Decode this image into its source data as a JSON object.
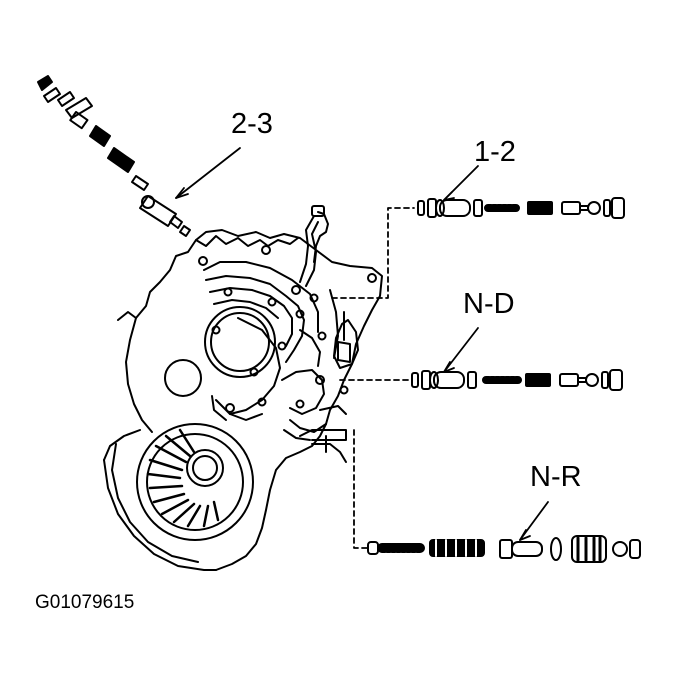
{
  "callouts": {
    "valve_2_3": "2-3",
    "valve_1_2": "1-2",
    "valve_n_d": "N-D",
    "valve_n_r": "N-R"
  },
  "figure_id": "G01079615",
  "colors": {
    "ink": "#000000",
    "paper": "#ffffff"
  }
}
